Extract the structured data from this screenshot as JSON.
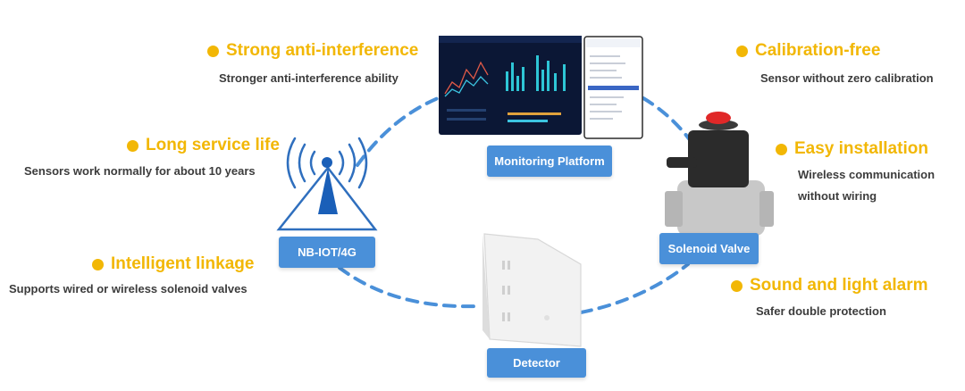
{
  "features": {
    "strong_anti_interference": {
      "title": "Strong anti-interference",
      "desc": "Stronger anti-interference ability"
    },
    "long_service_life": {
      "title": "Long service life",
      "desc": "Sensors work normally for about 10 years"
    },
    "intelligent_linkage": {
      "title": "Intelligent linkage",
      "desc": "Supports wired or wireless solenoid valves"
    },
    "calibration_free": {
      "title": "Calibration-free",
      "desc": "Sensor without zero calibration"
    },
    "easy_installation": {
      "title": "Easy installation",
      "desc_line1": "Wireless communication",
      "desc_line2": "without wiring"
    },
    "sound_light_alarm": {
      "title": "Sound and light alarm",
      "desc": "Safer double protection"
    }
  },
  "nodes": {
    "monitoring_platform": "Monitoring Platform",
    "nb_iot": "NB-IOT/4G",
    "detector": "Detector",
    "solenoid_valve": "Solenoid Valve"
  },
  "colors": {
    "accent": "#f2b705",
    "node": "#4a90d9",
    "dash": "#4a90d9"
  },
  "icons": [
    "antenna-tower-icon",
    "dashboard-screen-image",
    "phone-screen-image",
    "solenoid-valve-image",
    "detector-image"
  ]
}
